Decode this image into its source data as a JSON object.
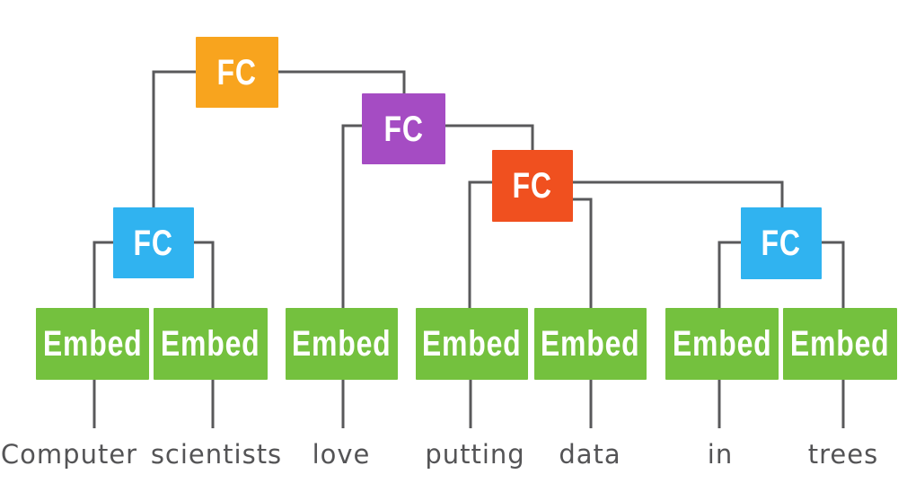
{
  "diagram": {
    "description_labels": {
      "fc_label": "FC",
      "embed_label": "Embed"
    },
    "fc_nodes": [
      {
        "name": "root",
        "label": "FC",
        "color": "#F8A41E"
      },
      {
        "name": "love-phrase",
        "label": "FC",
        "color": "#A54CC3"
      },
      {
        "name": "putting-data-phrase",
        "label": "FC",
        "color": "#F0501F"
      },
      {
        "name": "computer-scientists",
        "label": "FC",
        "color": "#30B3F0"
      },
      {
        "name": "in-trees",
        "label": "FC",
        "color": "#30B3F0"
      }
    ],
    "embed_nodes": [
      {
        "label": "Embed",
        "word": "Computer"
      },
      {
        "label": "Embed",
        "word": "scientists"
      },
      {
        "label": "Embed",
        "word": "love"
      },
      {
        "label": "Embed",
        "word": "putting"
      },
      {
        "label": "Embed",
        "word": "data"
      },
      {
        "label": "Embed",
        "word": "in"
      },
      {
        "label": "Embed",
        "word": "trees"
      }
    ],
    "sentence": {
      "words": [
        "Computer",
        "scientists",
        "love",
        "putting",
        "data",
        "in",
        "trees"
      ]
    },
    "colors": {
      "embed_green": "#74C13E",
      "fc_orange": "#F8A41E",
      "fc_purple": "#A54CC3",
      "fc_red": "#F0501F",
      "fc_blue": "#30B3F0",
      "connector_gray": "#59595B",
      "word_text": "#545456",
      "background": "#FFFFFF"
    }
  }
}
